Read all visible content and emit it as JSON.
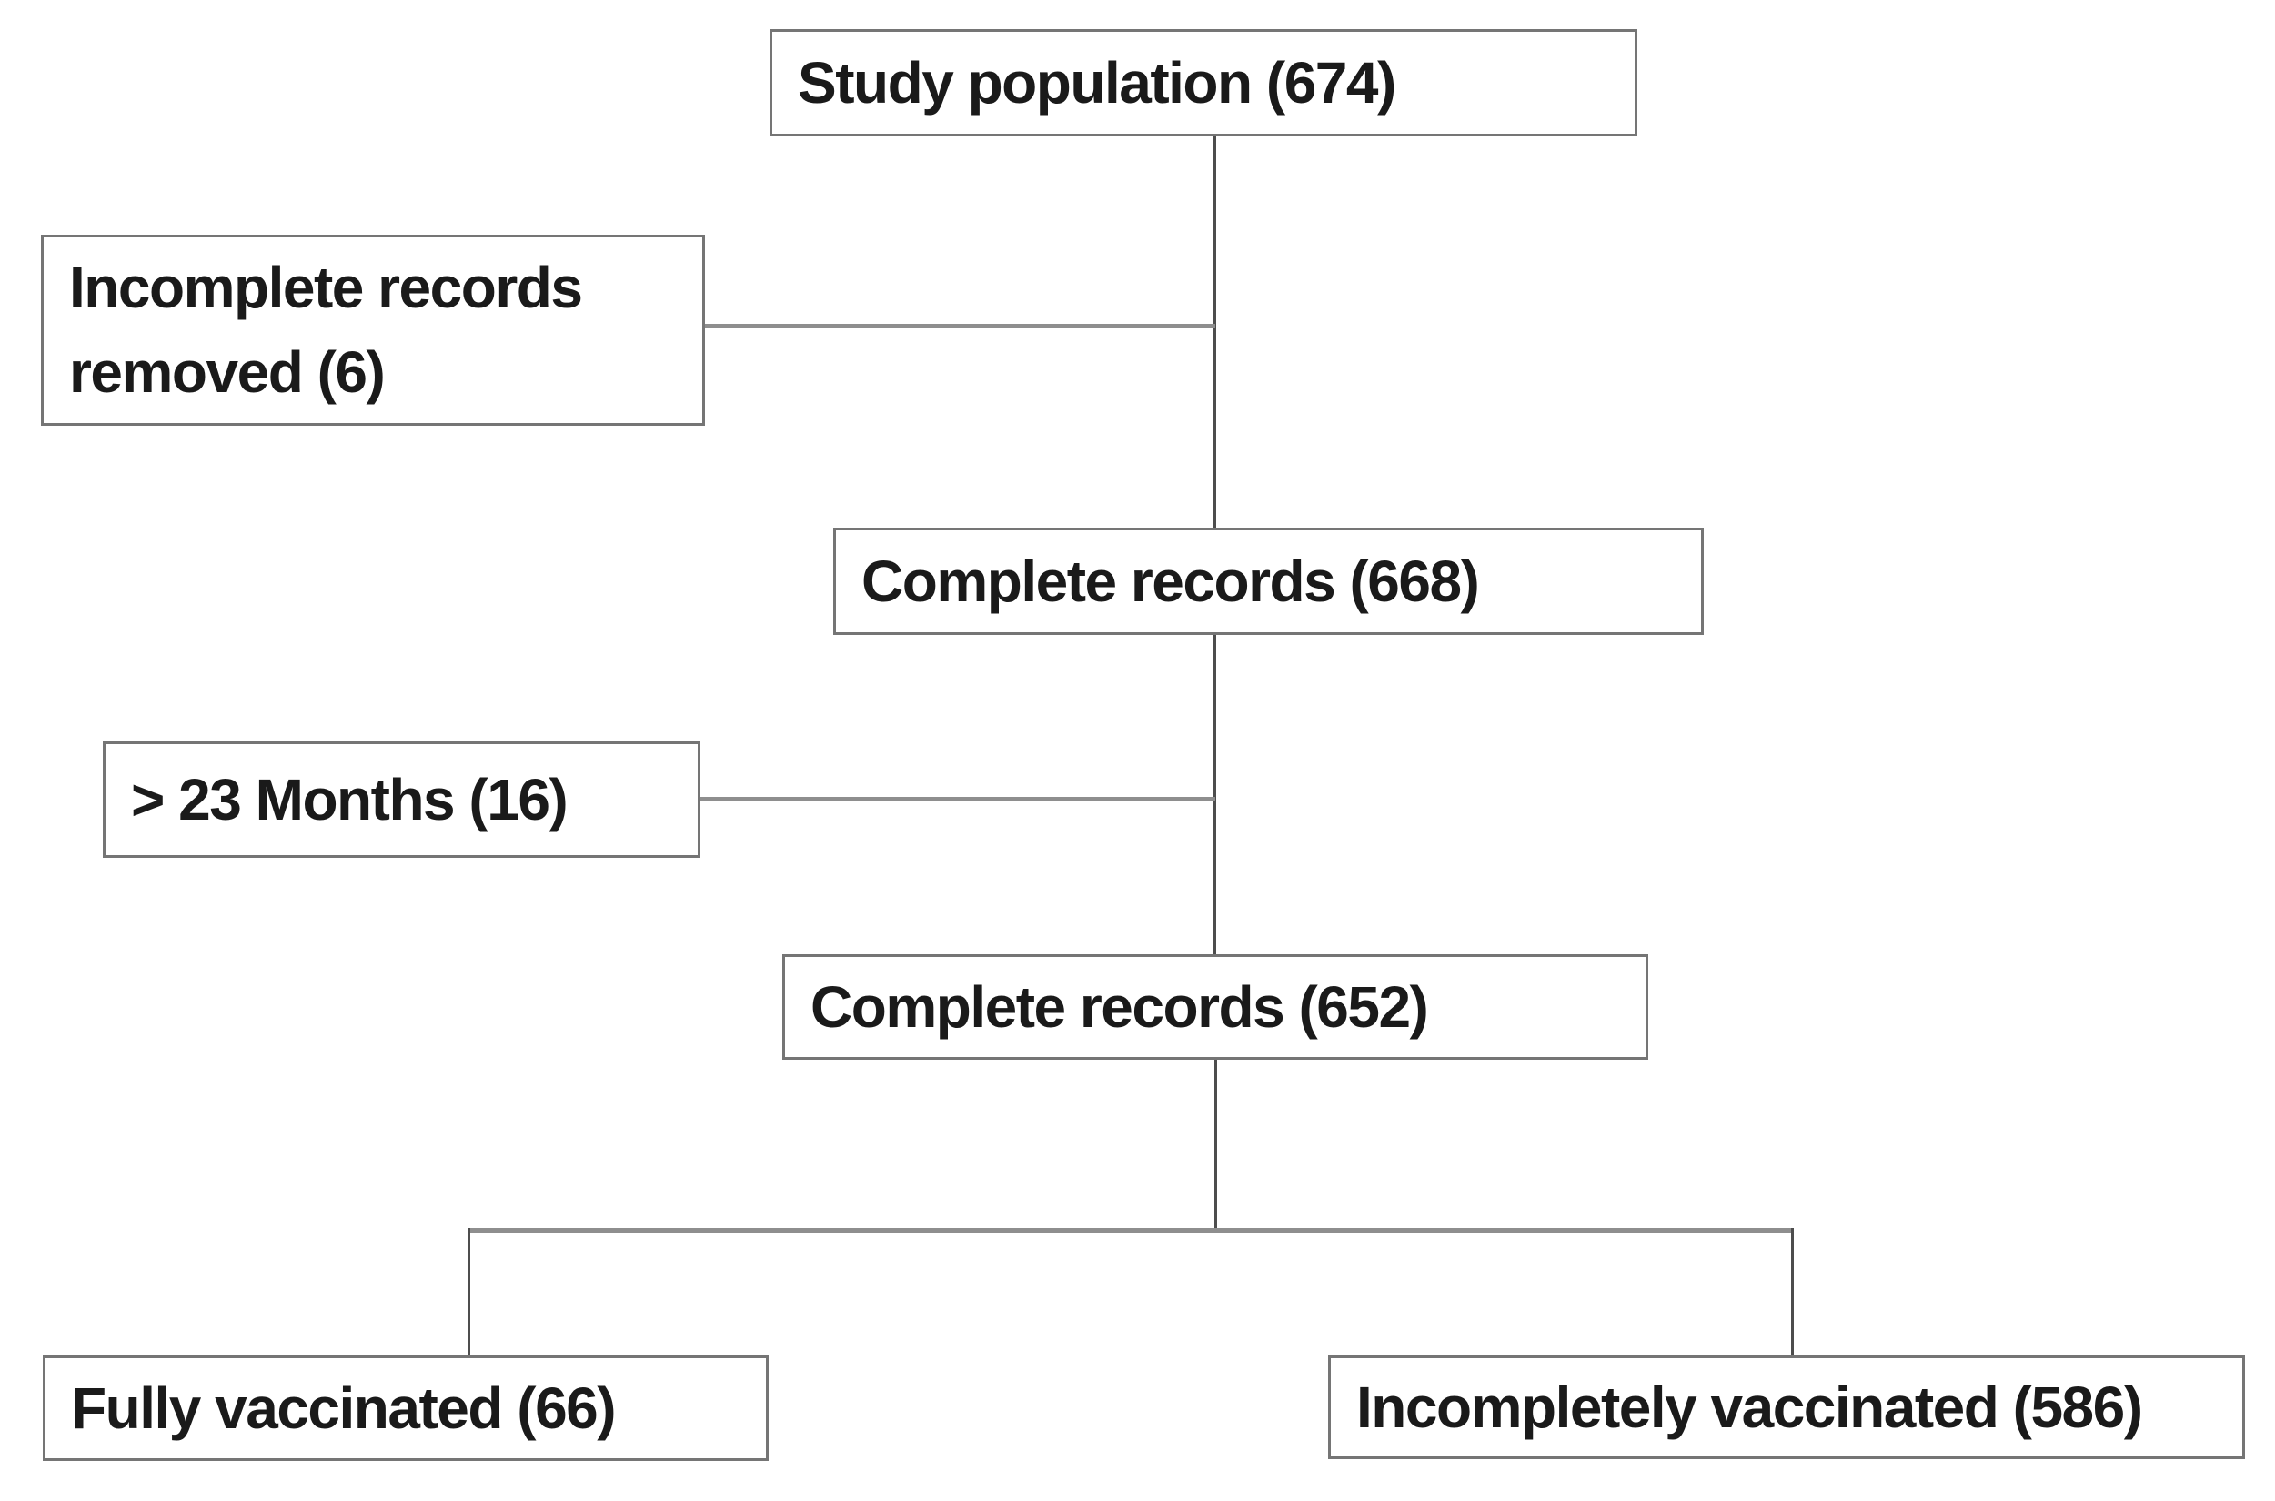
{
  "diagram_type": "flowchart",
  "colors": {
    "background": "#ffffff",
    "box_border": "#757575",
    "text": "#1a1a1a",
    "line_horizontal": "#8e8e8e",
    "line_vertical": "#4d4d4d"
  },
  "nodes": [
    {
      "id": "study_population",
      "label": "Study population (674)",
      "name": "Study population",
      "count": 674
    },
    {
      "id": "incomplete_records_removed",
      "label": "Incomplete records removed (6)",
      "name": "Incomplete records removed",
      "count": 6
    },
    {
      "id": "complete_records_668",
      "label": "Complete records (668)",
      "name": "Complete records",
      "count": 668
    },
    {
      "id": "gt_23_months",
      "label": "> 23 Months (16)",
      "name": "> 23 Months",
      "count": 16
    },
    {
      "id": "complete_records_652",
      "label": "Complete records (652)",
      "name": "Complete records",
      "count": 652
    },
    {
      "id": "fully_vaccinated",
      "label": "Fully vaccinated (66)",
      "name": "Fully vaccinated",
      "count": 66
    },
    {
      "id": "incompletely_vaccinated",
      "label": "Incompletely vaccinated (586)",
      "name": "Incompletely vaccinated",
      "count": 586
    }
  ],
  "edges": [
    {
      "from": "study_population",
      "to": "complete_records_668",
      "excluded_branch": "incomplete_records_removed"
    },
    {
      "from": "complete_records_668",
      "to": "complete_records_652",
      "excluded_branch": "gt_23_months"
    },
    {
      "from": "complete_records_652",
      "to": "fully_vaccinated"
    },
    {
      "from": "complete_records_652",
      "to": "incompletely_vaccinated"
    }
  ]
}
